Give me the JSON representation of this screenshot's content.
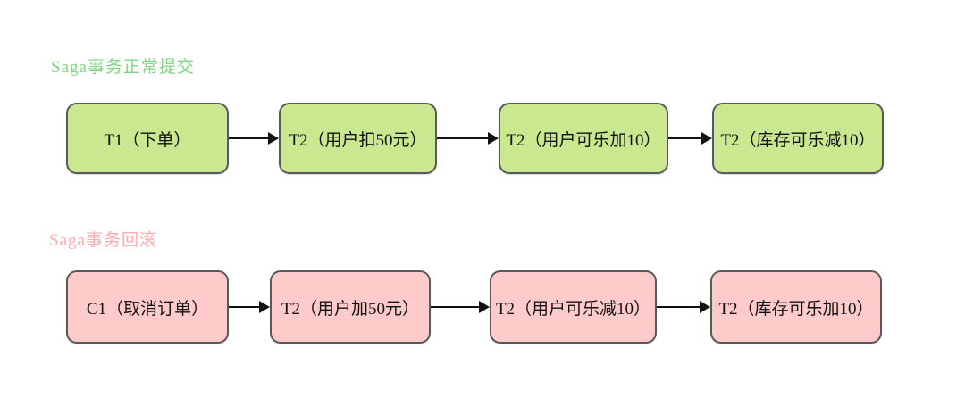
{
  "diagram": {
    "type": "flowchart",
    "background": "#ffffff",
    "arrow_color": "#111111",
    "node_border_color": "#595959"
  },
  "sections": [
    {
      "id": "commit",
      "title": "Saga事务正常提交",
      "title_color": "#7ed77e",
      "node_fill": "#c9e88f",
      "nodes": [
        {
          "label": "T1（下单）"
        },
        {
          "label": "T2（用户扣50元）"
        },
        {
          "label": "T2（用户可乐加10）"
        },
        {
          "label": "T2（库存可乐减10）"
        }
      ]
    },
    {
      "id": "rollback",
      "title": "Saga事务回滚",
      "title_color": "#ffabab",
      "node_fill": "#ffcbca",
      "nodes": [
        {
          "label": "C1（取消订单）"
        },
        {
          "label": "T2（用户加50元）"
        },
        {
          "label": "T2（用户可乐减10）"
        },
        {
          "label": "T2（库存可乐加10）"
        }
      ]
    }
  ]
}
